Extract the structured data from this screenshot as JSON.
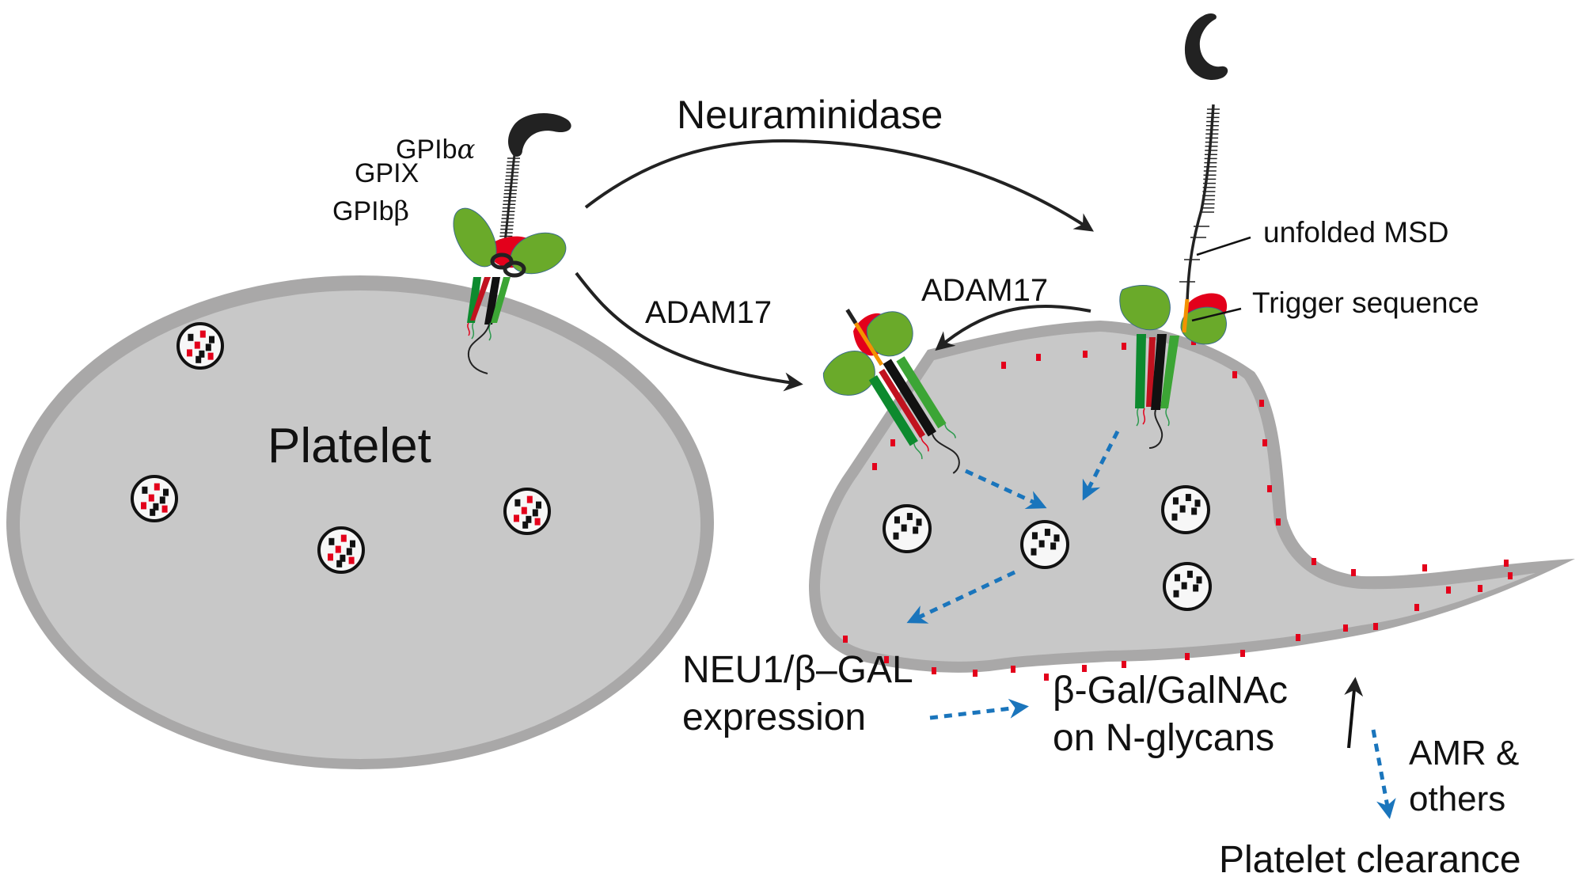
{
  "labels": {
    "gpib_alpha": {
      "prefix": "GPIb",
      "greek": "α"
    },
    "gpix": "GPIX",
    "gpib_beta": {
      "prefix": "GPIb",
      "greek": "β"
    },
    "neuraminidase": "Neuraminidase",
    "adam17_left": "ADAM17",
    "adam17_right": "ADAM17",
    "unfolded_msd": "unfolded MSD",
    "trigger_sequence": "Trigger sequence",
    "platelet": "Platelet",
    "neu1_line1": "NEU1/β–GAL",
    "neu1_line2": "expression",
    "bgal_line1": "β-Gal/GalNAc",
    "bgal_line2": "on N-glycans",
    "amr_line1": "AMR &",
    "amr_line2": "others",
    "clearance": "Platelet clearance"
  },
  "colors": {
    "gpix": "#e3001b",
    "gpib_beta": "#6aaa2a",
    "gpib_beta_dark": "#0d8a2e",
    "trigger": "#f39200",
    "dashed_arrow": "#1a75bc",
    "platelet_fill": "#c8c8c8",
    "platelet_rim": "#a9a8a8",
    "text": "#111111"
  }
}
